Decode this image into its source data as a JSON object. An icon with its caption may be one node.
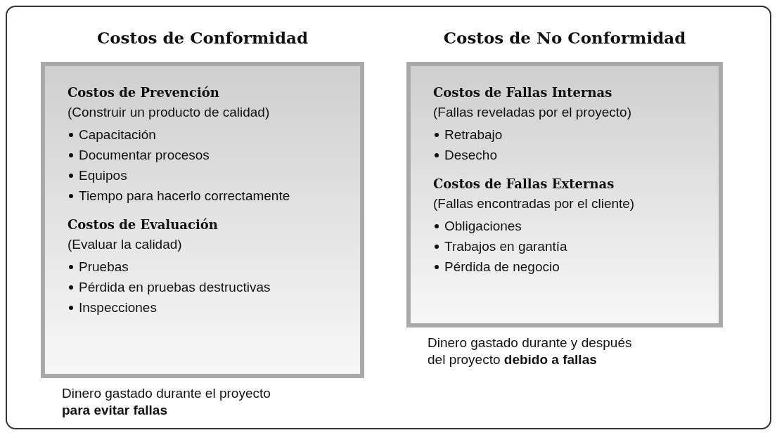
{
  "diagram": {
    "nodes": [
      {
        "text": [
          "Costos de Conformidad",
          "Costos de Prevención",
          "(Construir un producto de calidad)",
          "Capacitación",
          "Documentar procesos",
          "Equipos",
          "Tiempo para hacerlo correctamente",
          "Costos de Evaluación",
          "(Evaluar la calidad)",
          "Pruebas",
          "Pérdida en pruebas destructivas",
          "Inspecciones"
        ],
        "beside": [
          "Dinero gastado durante el proyecto **para evitar fallas**"
        ]
      },
      {
        "text": [
          "Costos de No Conformidad",
          "Costos de Fallas Internas",
          "(Fallas reveladas por el proyecto)",
          "Retrabajo",
          "Desecho",
          "Costos de Fallas Externas",
          "(Fallas encontradas por el cliente)",
          "Obligaciones",
          "Trabajos en garantía",
          "Pérdida de negocio"
        ],
        "beside": [
          "Dinero gastado durante y después del proyecto **debido a fallas**"
        ]
      }
    ]
  }
}
